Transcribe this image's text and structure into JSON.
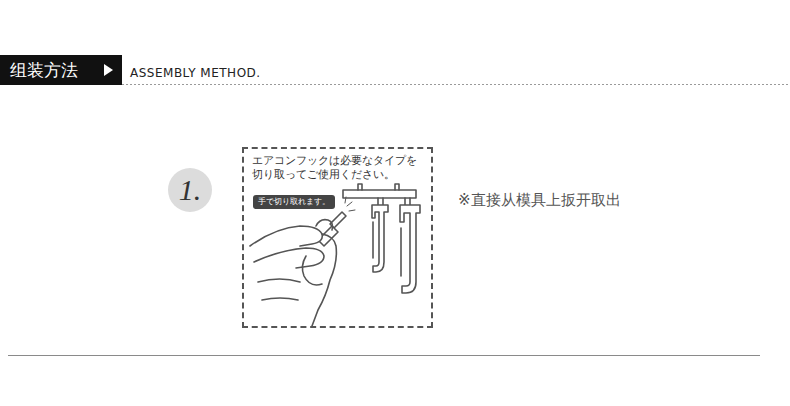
{
  "diagram": {
    "nodes": [
      {
        "text": [
          "组装方法"
        ]
      },
      {
        "text": [
          "1."
        ]
      },
      {
        "text": [
          "エアコンフックは必要なタイプを 切り取ってご使用ください。"
        ]
      },
      {
        "text": [
          "手で切り取れます。"
        ],
        "in": 2
      }
    ],
    "labels": [
      "ASSEMBLY METHOD.",
      "※直接从模具上扳开取出"
    ]
  }
}
